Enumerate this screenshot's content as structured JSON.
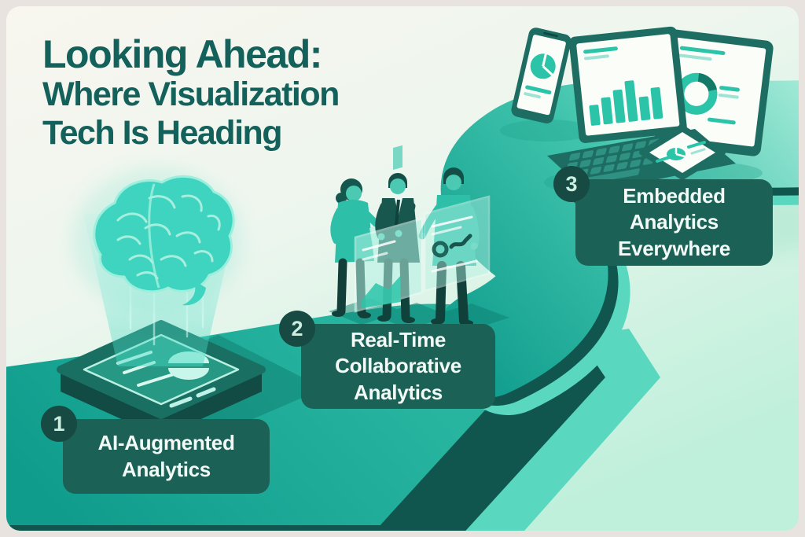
{
  "title": {
    "line1": "Looking Ahead:",
    "line2": "Where Visualization",
    "line3": "Tech Is Heading"
  },
  "milestones": [
    {
      "number": "1",
      "label": "AI-Augmented Analytics",
      "icon": "brain-hologram-chip-icon"
    },
    {
      "number": "2",
      "label": "Real-Time Collaborative Analytics",
      "icon": "people-collaboration-panels-icon"
    },
    {
      "number": "3",
      "label": "Embedded Analytics Everywhere",
      "icon": "devices-dashboards-icon"
    }
  ],
  "icons": {
    "milestone1": "brain-hologram-chip-icon",
    "milestone2": "people-collaboration-panels-icon",
    "milestone3": "devices-dashboards-icon",
    "device_charts": [
      "pie-chart-icon",
      "bar-chart-icon",
      "donut-chart-icon"
    ]
  },
  "colors": {
    "title_text": "#14605a",
    "card_bg_top": "#f8f6ef",
    "card_bg_bottom": "#bff0db",
    "path_surface": "#16a695",
    "path_surface_light": "#9fe9d6",
    "path_side_dark": "#11564e",
    "path_rim_light": "#5ad7bf",
    "label_box_bg": "#1c6156",
    "label_text": "#f2faf7",
    "badge_bg": "#164a42",
    "badge_text": "#cbeee1",
    "accent_teal": "#2cc4a9",
    "device_frame": "#1d6d62",
    "screen_bg": "#fbfdf9",
    "hologram_teal": "#3fd4bf"
  }
}
